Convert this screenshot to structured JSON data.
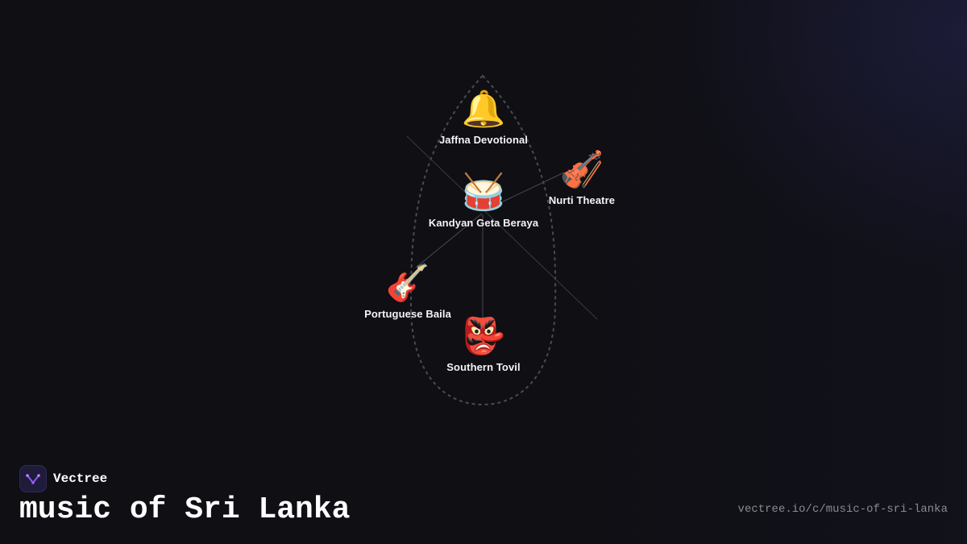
{
  "brand": {
    "name": "Vectree",
    "logo_icon": "vectree-logo-icon",
    "logo_color": "#8b5cf6"
  },
  "page": {
    "title": "music of Sri Lanka",
    "url": "vectree.io/c/music-of-sri-lanka"
  },
  "diagram": {
    "nodes": [
      {
        "id": "jaffna",
        "label": "Jaffna Devotional",
        "emoji": "🔔",
        "icon": "bell-icon"
      },
      {
        "id": "kandyan",
        "label": "Kandyan Geta Beraya",
        "emoji": "🥁",
        "icon": "drum-icon"
      },
      {
        "id": "nurti",
        "label": "Nurti Theatre",
        "emoji": "🎻",
        "icon": "violin-icon"
      },
      {
        "id": "baila",
        "label": "Portuguese Baila",
        "emoji": "🎸",
        "icon": "guitar-icon"
      },
      {
        "id": "tovil",
        "label": "Southern Tovil",
        "emoji": "👺",
        "icon": "demon-mask-icon"
      }
    ],
    "edges": [
      {
        "from": "kandyan",
        "to": "nurti"
      },
      {
        "from": "kandyan",
        "to": "baila"
      },
      {
        "from": "kandyan",
        "to": "tovil"
      }
    ],
    "colors": {
      "edge": "#4a4a52",
      "outline": "#4a4a52"
    }
  }
}
